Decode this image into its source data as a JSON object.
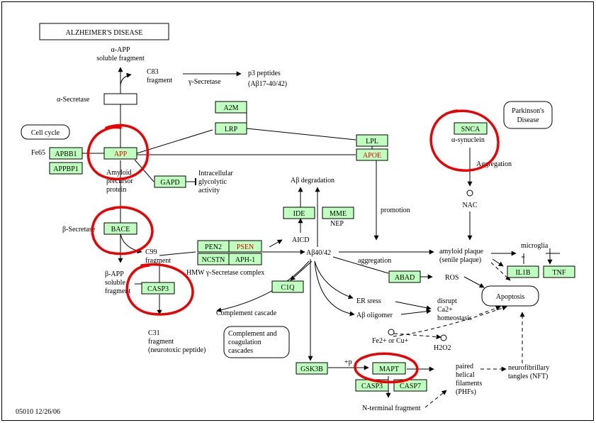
{
  "title": "ALZHEIMER'S DISEASE",
  "footer": "05010  12/26/06",
  "genes": {
    "a2m": "A2M",
    "lrp": "LRP",
    "lpl": "LPL",
    "apoe": "APOE",
    "apbb1": "APBB1",
    "app": "APP",
    "appbp1": "APPBP1",
    "gapd": "GAPD",
    "bace": "BACE",
    "pen2": "PEN2",
    "psen": "PSEN",
    "ncstn": "NCSTN",
    "aph1": "APH-1",
    "ide": "IDE",
    "mme": "MME",
    "casp3_upper": "CASP3",
    "c1q": "C1Q",
    "abad": "ABAD",
    "snca": "SNCA",
    "il1b": "IL1B",
    "tnf": "TNF",
    "gsk3b": "GSK3B",
    "mapt": "MAPT",
    "casp3_lower": "CASP3",
    "casp7": "CASP7"
  },
  "labels": {
    "alpha_app": "α-APP",
    "soluble_fragment_top": "soluble fragment",
    "c83": "C83",
    "fragment_c83": "fragment",
    "gamma_secretase": "γ-Secretase",
    "p3_peptides": "p3 peptides",
    "p3_range": "(Aβ17-40/42)",
    "alpha_secretase": "α-Secretase",
    "fe65": "Fe65",
    "amyloid": "Amyloid",
    "precursor": "precursor",
    "protein": "protein",
    "intracellular": "Intracellular",
    "glycolytic": "glycolytic",
    "activity": "activity",
    "abeta_degradation": "Aβ degradation",
    "promotion": "promotion",
    "beta_secretase": "β-Secretase",
    "nep": "NEP",
    "aicd": "AICD",
    "c99": "C99",
    "fragment_c99": "fragment",
    "abeta40_42": "Aβ40/42",
    "aggregation_lower": "aggregation",
    "hmw_gamma": "HMW γ-Secretase complex",
    "beta_app": "β-APP",
    "soluble": "soluble",
    "fragment_beta": "fragment",
    "alpha_synuclein": "α-synuclein",
    "aggregation_upper": "Aggregation",
    "nac": "NAC",
    "amyloid_plaque": "amyloid plaque",
    "senile_plaque": "(senile plaque)",
    "microglia": "microglia",
    "ros": "ROS",
    "apoptosis": "Apoptosis",
    "er_stress": "ER sress",
    "disrupt": "disrupt",
    "ca2": "Ca2+",
    "homeostasis": "homeostasis",
    "abeta_oligomer": "Aβ oligomer",
    "complement_cascade": "Complement cascade",
    "complement_and": "Complement and",
    "coagulation": "coagulation",
    "cascades": "cascades",
    "c31": "C31",
    "fragment_c31": "fragment",
    "neurotoxic": "(neurotoxic peptide)",
    "fe_cu": "Fe2+ or Cu+",
    "h2o2": "H2O2",
    "plus_p": "+p",
    "paired": "paired",
    "helical": "helical",
    "filaments": "filaments",
    "phfs": "(PHFs)",
    "nft1": "neurofibrillary",
    "nft2": "tangles (NFT)",
    "n_terminal": "N-terminal fragment",
    "cell_cycle": "Cell cycle",
    "parkinsons1": "Parkinson's",
    "parkinsons2": "Disease"
  },
  "colors": {
    "gene_fill": "#bfffbf",
    "gene_stroke": "#000000",
    "highlight_circle": "#ee0000",
    "red_gene_text": "#e00000"
  }
}
